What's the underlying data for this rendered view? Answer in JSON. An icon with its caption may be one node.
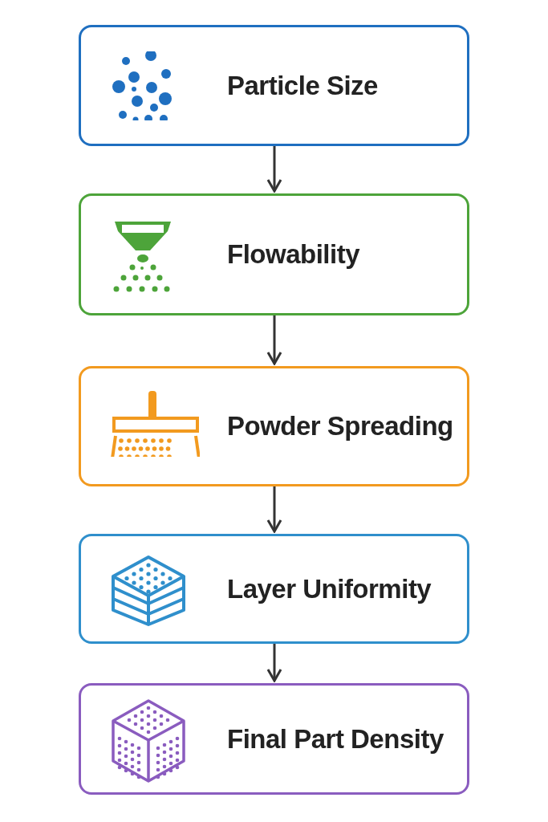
{
  "diagram": {
    "nodes": [
      {
        "text": [
          "Particle Size"
        ]
      },
      {
        "text": [
          "Flowability"
        ]
      },
      {
        "text": [
          "Powder Spreading"
        ]
      },
      {
        "text": [
          "Layer Uniformity"
        ]
      },
      {
        "text": [
          "Final Part Density"
        ]
      }
    ],
    "edges": [
      {
        "from": 0,
        "to": 1,
        "arrow": "to"
      },
      {
        "from": 1,
        "to": 2,
        "arrow": "to"
      },
      {
        "from": 2,
        "to": 3,
        "arrow": "to"
      },
      {
        "from": 3,
        "to": 4,
        "arrow": "to"
      }
    ]
  }
}
